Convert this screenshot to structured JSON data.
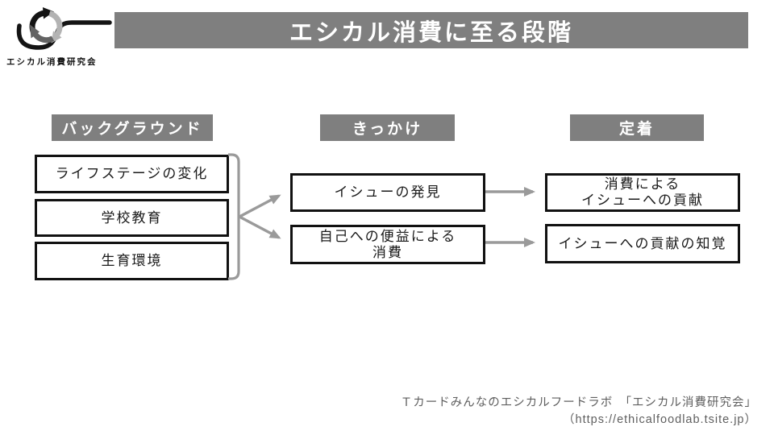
{
  "slide": {
    "title": "エシカル消費に至る段階"
  },
  "logo": {
    "icon": "recycle-ladle-logo",
    "caption": "エシカル消費研究会"
  },
  "stages": [
    {
      "header": "バックグラウンド",
      "boxes": [
        "ライフステージの変化",
        "学校教育",
        "生育環境"
      ]
    },
    {
      "header": "きっかけ",
      "boxes": [
        "イシューの発見",
        "自己への便益による\n消費"
      ]
    },
    {
      "header": "定着",
      "boxes": [
        "消費による\nイシューへの貢献",
        "イシューへの貢献の知覚"
      ]
    }
  ],
  "footer": {
    "credit": "Ｔカードみんなのエシカルフードラボ　「エシカル消費研究会」",
    "url": "（https://ethicalfoodlab.tsite.jp）"
  },
  "colors": {
    "banner_gray": "#7f7f7f",
    "connector_gray": "#9a9a9a",
    "box_border": "#111111",
    "footer_text": "#5f5f5f",
    "logo_black": "#141414",
    "logo_light_gray": "#b3b3b3",
    "logo_dark_gray": "#636363"
  }
}
